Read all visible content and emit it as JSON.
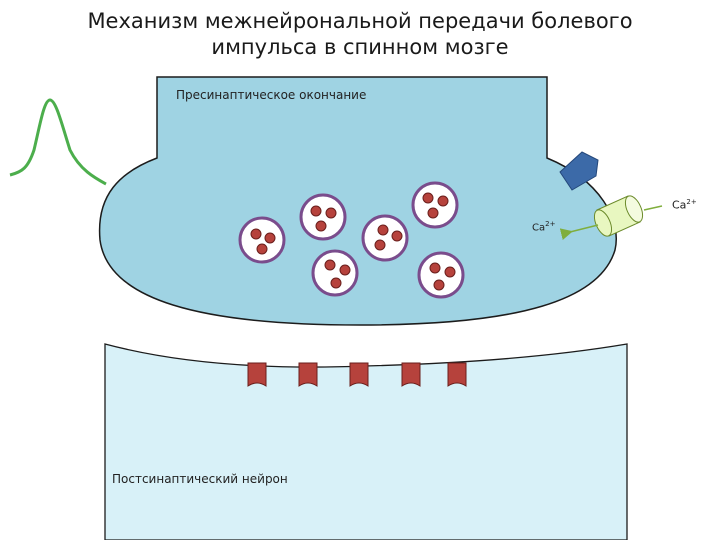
{
  "title": {
    "line1": "Механизм межнейрональной передачи болевого",
    "line2": "импульса в спинном мозге"
  },
  "labels": {
    "presynaptic": "Пресинаптическое окончание",
    "postsynaptic": "Постсинаптический нейрон",
    "ca_inside": "Ca",
    "ca_outside": "Ca",
    "charge": "2+"
  },
  "colors": {
    "presynaptic_fill": "#9fd3e3",
    "postsynaptic_fill": "#d8f1f8",
    "outline": "#1c1c1c",
    "vesicle_border": "#7a4c8c",
    "vesicle_dot": "#b6423c",
    "receptor": "#b6423c",
    "pain_wave": "#4cae4c",
    "channel": "#e8f7c0",
    "arrow": "#7fae3c",
    "receptor_protein": "#3c6aa8"
  }
}
